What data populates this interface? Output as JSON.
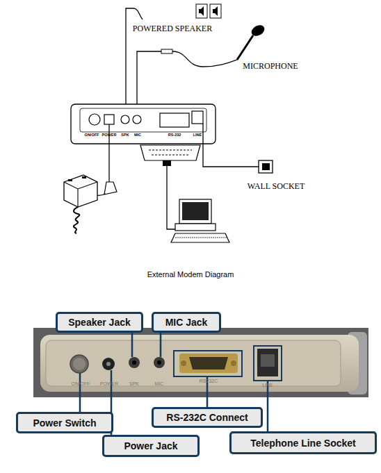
{
  "diagram": {
    "caption": "External Modem Diagram",
    "nodes": [
      {
        "text": [
          "Speaker Jack"
        ]
      },
      {
        "text": [
          "MIC Jack"
        ]
      },
      {
        "text": [
          "RS-232C Connect"
        ]
      },
      {
        "text": [
          "Power Switch"
        ]
      },
      {
        "text": [
          "Telephone Line Socket"
        ]
      },
      {
        "text": [
          "Power Jack"
        ]
      }
    ],
    "labels": [
      "POWERED SPEAKER",
      "MICROPHONE",
      "ON/OFF",
      "POWER",
      "SPK",
      "MIC",
      "RS-232",
      "LINE",
      "WALL SOCKET",
      "ON/OFF",
      "POWER",
      "SPK",
      "MIC",
      "RS232C",
      "LINE"
    ]
  }
}
